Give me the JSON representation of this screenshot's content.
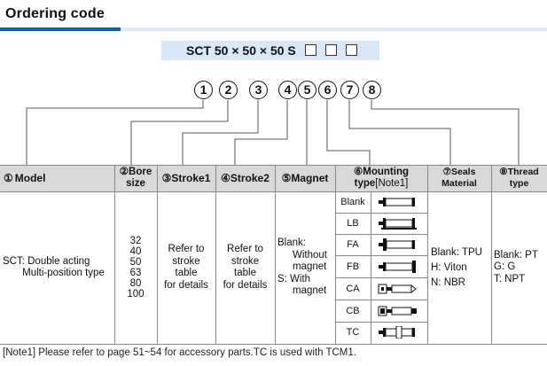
{
  "title": "Ordering code",
  "code": {
    "parts": [
      "SCT",
      "50",
      "×",
      "50",
      "×",
      "50",
      "S"
    ],
    "display": "SCT 50 × 50 × 50  S"
  },
  "numbers": [
    "1",
    "2",
    "3",
    "4",
    "5",
    "6",
    "7",
    "8"
  ],
  "headers": {
    "model": {
      "num": "①",
      "text": "Model"
    },
    "bore": {
      "num": "②",
      "text": "Bore",
      "text2": "size"
    },
    "stroke1": {
      "num": "③",
      "text": "Stroke1"
    },
    "stroke2": {
      "num": "④",
      "text": "Stroke2"
    },
    "magnet": {
      "num": "⑤",
      "text": "Magnet"
    },
    "mounting": {
      "num": "⑥",
      "text": "Mounting",
      "text2": "type",
      "note": "[Note1]"
    },
    "seals": {
      "num": "⑦",
      "text": "Seals",
      "text2": "Material"
    },
    "thread": {
      "num": "⑧",
      "text": "Thread",
      "text2": "type"
    }
  },
  "model": {
    "line1": "SCT: Double acting",
    "line2": "Multi-position type"
  },
  "bore_sizes": [
    "32",
    "40",
    "50",
    "63",
    "80",
    "100"
  ],
  "stroke1": {
    "lines": [
      "Refer to",
      "stroke",
      "table",
      "for details"
    ]
  },
  "stroke2": {
    "lines": [
      "Refer to",
      "stroke",
      "table",
      "for details"
    ]
  },
  "magnet": {
    "lines": [
      "Blank:",
      "Without",
      "magnet",
      "S: With",
      "magnet"
    ]
  },
  "mounting": [
    "Blank",
    "LB",
    "FA",
    "FB",
    "CA",
    "CB",
    "TC"
  ],
  "seals": [
    "Blank: TPU",
    "H: Viton",
    "N: NBR"
  ],
  "thread": [
    "Blank: PT",
    "G: G",
    "T: NPT"
  ],
  "note": "[Note1] Please refer to page 51~54 for accessory parts.TC is used with TCM1.",
  "colors": {
    "accent": "#0a63b4",
    "header_bg": "#d9d9d9",
    "code_bg": "#d8e8f6"
  }
}
